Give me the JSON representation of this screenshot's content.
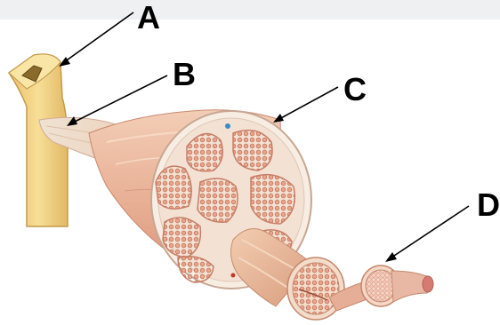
{
  "labels": {
    "a": "A",
    "b": "B",
    "c": "C",
    "d": "D"
  },
  "colors": {
    "bone": "#f5d98c",
    "tendon": "#f2ddc8",
    "muscle": "#eab79c",
    "fascicle": "#de937a",
    "sheath": "#f7ebdf"
  }
}
